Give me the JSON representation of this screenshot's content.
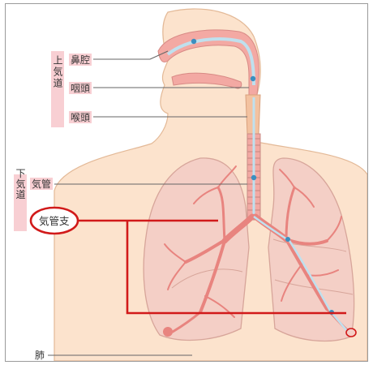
{
  "groups": {
    "upper_airway": "上気道",
    "lower_airway": "下気道"
  },
  "labels": {
    "nasal_cavity": "鼻腔",
    "pharynx": "咽頭",
    "larynx": "喉頭",
    "trachea": "気管",
    "bronchi": "気管支",
    "lungs": "肺"
  },
  "colors": {
    "skin": "#fce3cd",
    "airway": "#f3a9a3",
    "lung": "#f4cfc6",
    "bronchi": "#e8847f",
    "airflow": "#bfe0ee",
    "highlight": "#d11a1a"
  }
}
